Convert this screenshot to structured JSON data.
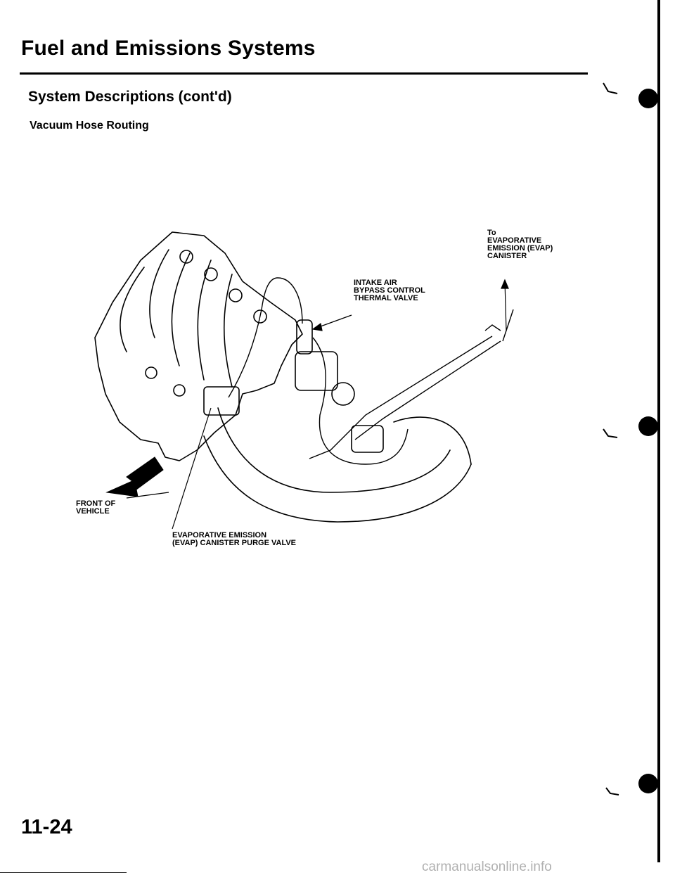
{
  "header": {
    "title": "Fuel and Emissions Systems",
    "section": "System Descriptions (cont'd)",
    "subheading": "Vacuum Hose Routing"
  },
  "diagram": {
    "labels": {
      "to_canister": "To\nEVAPORATIVE\nEMISSION (EVAP)\nCANISTER",
      "thermal_valve": "INTAKE AIR\nBYPASS CONTROL\nTHERMAL VALVE",
      "front_of_vehicle": "FRONT OF\nVEHICLE",
      "purge_valve": "EVAPORATIVE EMISSION\n(EVAP) CANISTER PURGE VALVE"
    }
  },
  "footer": {
    "page_number": "11-24",
    "watermark": "carmanualsonline.info"
  }
}
